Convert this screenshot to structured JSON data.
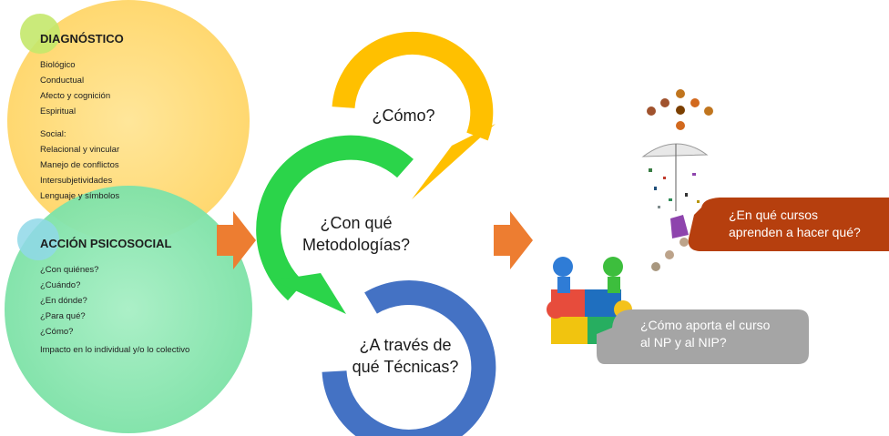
{
  "diagnostico": {
    "title": "DIAGNÓSTICO",
    "items": [
      "Biológico",
      "Conductual",
      "Afecto y cognición",
      "Espiritual",
      "Social:",
      "Relacional y vincular",
      "Manejo de conflictos",
      "Intersubjetividades",
      "Lenguaje y símbolos"
    ]
  },
  "accion": {
    "title": "ACCIÓN PSICOSOCIAL",
    "items": [
      "¿Con quiénes?",
      "¿Cuándo?",
      "¿En dónde?",
      "¿Para qué?",
      "¿Cómo?",
      "Impacto en lo individual y/o lo colectivo"
    ]
  },
  "cycle": {
    "como": "¿Cómo?",
    "metodologias": [
      "¿Con qué",
      "Metodologías?"
    ],
    "tecnicas": [
      "¿A través de",
      "qué Técnicas?"
    ]
  },
  "bubbles": {
    "cursos": [
      "¿En qué cursos",
      "aprenden a hacer qué?"
    ],
    "aporta": [
      "¿Cómo aporta el curso",
      "al NP y al NIP?"
    ]
  },
  "colors": {
    "yellow_circle": "#FFE08A",
    "green_circle": "#8EE6B3",
    "yellow_ring": "#FFC000",
    "green_ring": "#2BD44A",
    "blue_ring": "#4472C4",
    "arrow": "#ED7D31",
    "bubble_red": "#B63F0E",
    "bubble_gray": "#A5A5A5"
  }
}
